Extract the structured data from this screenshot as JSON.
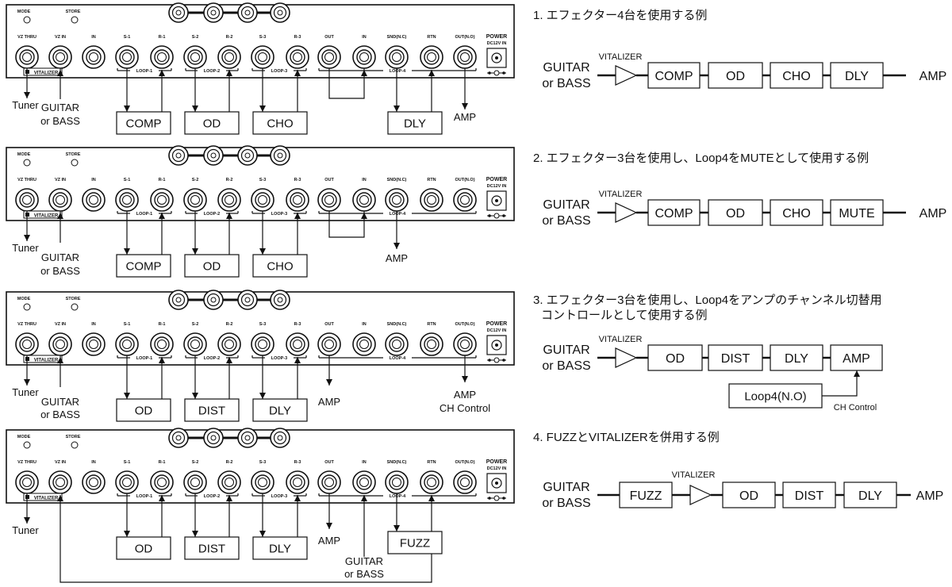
{
  "panel": {
    "mode_label": "MODE",
    "store_label": "STORE",
    "jack_labels": [
      "VZ THRU",
      "VZ IN",
      "IN",
      "S-1",
      "R-1",
      "S-2",
      "R-2",
      "S-3",
      "R-3",
      "OUT",
      "IN",
      "SND(N.C)",
      "RTN",
      "OUT(N.O)"
    ],
    "loop_labels": [
      "LOOP-1",
      "LOOP-2",
      "LOOP-3",
      "LOOP-4"
    ],
    "power_label": "POWER",
    "dc_label": "DC12V IN",
    "vitalizer_badge": "VITALIZER"
  },
  "examples": [
    {
      "heading": [
        "1. エフェクター4台を使用する例"
      ],
      "panel_texts": [
        "Tuner",
        "GUITAR",
        "or BASS",
        "AMP"
      ],
      "boxes": [
        "COMP",
        "OD",
        "CHO",
        "DLY"
      ],
      "chain_input": [
        "GUITAR",
        "or BASS"
      ],
      "chain_boxes": [
        "COMP",
        "OD",
        "CHO",
        "DLY"
      ],
      "chain_vitalizer": "VITALIZER",
      "chain_output": "AMP"
    },
    {
      "heading": [
        "2. エフェクター3台を使用し、Loop4をMUTEとして使用する例"
      ],
      "panel_texts": [
        "Tuner",
        "GUITAR",
        "or BASS",
        "AMP"
      ],
      "boxes": [
        "COMP",
        "OD",
        "CHO"
      ],
      "chain_input": [
        "GUITAR",
        "or BASS"
      ],
      "chain_boxes": [
        "COMP",
        "OD",
        "CHO",
        "MUTE"
      ],
      "chain_vitalizer": "VITALIZER",
      "chain_output": "AMP"
    },
    {
      "heading": [
        "3. エフェクター3台を使用し、Loop4をアンプのチャンネル切替用",
        "コントロールとして使用する例"
      ],
      "panel_texts": [
        "Tuner",
        "GUITAR",
        "or BASS",
        "AMP",
        "AMP",
        "CH Control"
      ],
      "boxes": [
        "OD",
        "DIST",
        "DLY"
      ],
      "chain_input": [
        "GUITAR",
        "or BASS"
      ],
      "chain_boxes": [
        "OD",
        "DIST",
        "DLY",
        "AMP"
      ],
      "chain_vitalizer": "VITALIZER",
      "loop4_box": "Loop4(N.O)",
      "loop4_caption": "CH Control"
    },
    {
      "heading": [
        "4. FUZZとVITALIZERを併用する例"
      ],
      "panel_texts": [
        "Tuner",
        "AMP",
        "GUITAR",
        "or BASS"
      ],
      "boxes": [
        "OD",
        "DIST",
        "DLY",
        "FUZZ"
      ],
      "chain_input": [
        "GUITAR",
        "or BASS"
      ],
      "chain_boxes": [
        "FUZZ",
        "OD",
        "DIST",
        "DLY"
      ],
      "chain_vitalizer": "VITALIZER",
      "chain_output": "AMP"
    }
  ]
}
